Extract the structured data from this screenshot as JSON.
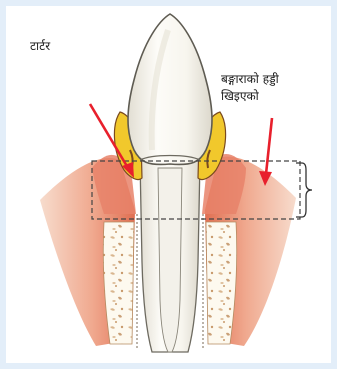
{
  "labels": {
    "tartar": "टार्टर",
    "bone_loss_line1": "बङ्गाराको हड्डी",
    "bone_loss_line2": "खिइएको"
  },
  "colors": {
    "frame": "#e3eef9",
    "gum_light": "#f6d3c3",
    "gum_dark": "#e47a5d",
    "tartar": "#f1c82c",
    "tartar_dark": "#7a4a1e",
    "tooth": "#fbfaf6",
    "tooth_shade": "#e3e0d6",
    "bone_fill": "#fdf9ef",
    "bone_speckle": "#d9b68f",
    "arrow": "#e8202c",
    "bracket": "#333333"
  }
}
